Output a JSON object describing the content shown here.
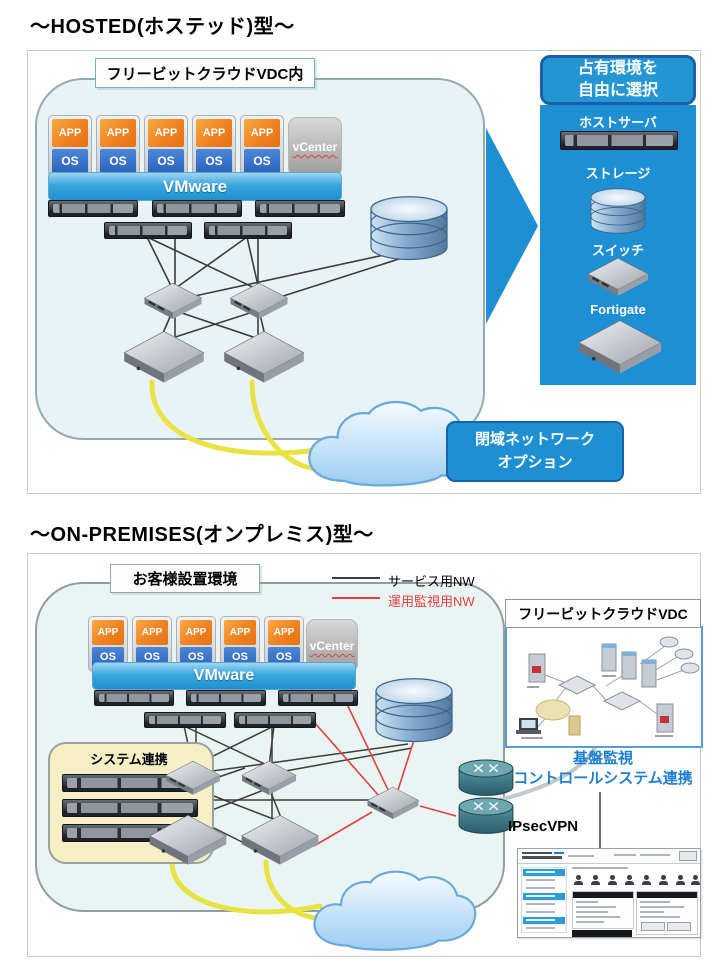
{
  "colors": {
    "accent_blue": "#1e8fd2",
    "service_nw_black": "#3c3c3c",
    "monitoring_nw_red": "#e04040",
    "cable_yellow": "#e8e343",
    "app_orange": "#f08222",
    "os_blue": "#2a62b8"
  },
  "hosted": {
    "title": "～HOSTED(ホステッド)型～",
    "container_label": "フリービットクラウドVDC内",
    "app": "APP",
    "os": "OS",
    "vcenter": "vCenter",
    "vmware": "VMware",
    "panel": {
      "header_line1": "占有環境を",
      "header_line2": "自由に選択",
      "items": [
        "ホストサーバ",
        "ストレージ",
        "スイッチ",
        "Fortigate"
      ]
    },
    "cloud_option": {
      "line1": "閉域ネットワーク",
      "line2": "オプション"
    }
  },
  "onprem": {
    "title": "～ON-PREMISES(オンプレミス)型～",
    "container_label": "お客様設置環境",
    "legend": {
      "service": "サービス用NW",
      "monitoring": "運用監視用NW"
    },
    "app": "APP",
    "os": "OS",
    "vcenter": "vCenter",
    "vmware": "VMware",
    "system_link_label": "システム連携",
    "ipsec_label": "IPsecVPN",
    "vdc_title": "フリービットクラウドVDC",
    "monitoring_text": {
      "line1": "基盤監視",
      "line2": "コントロールシステム連携"
    }
  }
}
